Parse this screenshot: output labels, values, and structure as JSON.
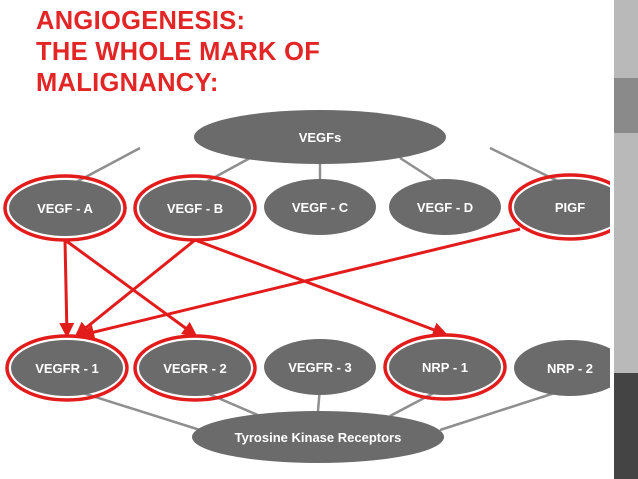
{
  "slide": {
    "title_lines": [
      "ANGIOGENESIS:",
      "THE WHOLE MARK OF",
      "MALIGNANCY:"
    ],
    "title_color": "#e32526"
  },
  "colors": {
    "node_fill": "#6b6b6b",
    "node_text": "#ffffff",
    "connector": "#8f8f8f",
    "highlight": "#e21b1b",
    "accent_bar": [
      "#b9b9b9",
      "#8a8a8a",
      "#b9b9b9",
      "#444444"
    ]
  },
  "diagram": {
    "ligand_hub": "VEGFs",
    "ligands": [
      "VEGF - A",
      "VEGF - B",
      "VEGF - C",
      "VEGF - D",
      "PIGF"
    ],
    "receptors": [
      "VEGFR - 1",
      "VEGFR - 2",
      "VEGFR - 3",
      "NRP - 1",
      "NRP - 2"
    ],
    "receptor_hub": "Tyrosine Kinase Receptors",
    "highlighted_ligands": [
      "VEGF - A",
      "VEGF - B",
      "PIGF"
    ],
    "highlighted_receptors": [
      "VEGFR - 1",
      "VEGFR - 2",
      "NRP - 1"
    ],
    "binding_arrows": [
      {
        "from": "VEGF - A",
        "to": "VEGFR - 1"
      },
      {
        "from": "VEGF - A",
        "to": "VEGFR - 2"
      },
      {
        "from": "VEGF - B",
        "to": "VEGFR - 1"
      },
      {
        "from": "VEGF - B",
        "to": "NRP - 1"
      },
      {
        "from": "PIGF",
        "to": "VEGFR - 1"
      }
    ]
  }
}
